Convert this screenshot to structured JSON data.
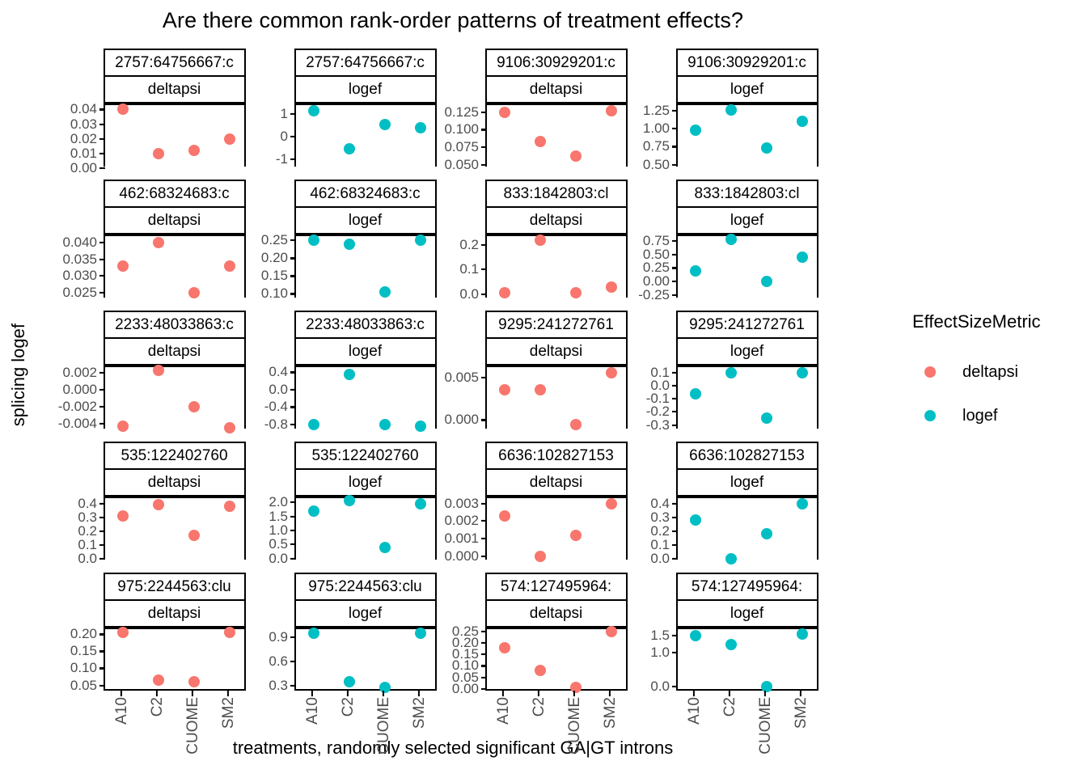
{
  "title": "Are there common rank-order patterns of treatment effects?",
  "axis": {
    "ylabel": "splicing logef",
    "xlabel": "treatments, randomly selected significant GA|GT introns",
    "categories": [
      "A10",
      "C2",
      "CUOME",
      "SM2"
    ]
  },
  "legend": {
    "title": "EffectSizeMetric",
    "items": [
      {
        "label": "deltapsi",
        "color": "#F8766D"
      },
      {
        "label": "logef",
        "color": "#00BFC4"
      }
    ]
  },
  "colors": {
    "deltapsi": "#F8766D",
    "logef": "#00BFC4",
    "panel_border": "#000000",
    "tick_text": "#4D4D4D",
    "background": "#FFFFFF"
  },
  "chart_data": {
    "type": "scatter",
    "title": "Are there common rank-order patterns of treatment effects?",
    "xlabel": "treatments, randomly selected significant GA|GT introns",
    "ylabel": "splicing logef",
    "x": [
      "A10",
      "C2",
      "CUOME",
      "SM2"
    ],
    "grid": false,
    "legend_position": "right",
    "facet_rows": 5,
    "facet_cols": 4,
    "panels": [
      {
        "row": 1,
        "col": 1,
        "intron": "2757:64756667:c",
        "metric": "deltapsi",
        "series": "deltapsi",
        "yticks": [
          "0.04",
          "0.03",
          "0.02",
          "0.01",
          "0.00"
        ],
        "ylim": [
          0.0,
          0.043
        ],
        "values": [
          0.04,
          0.01,
          0.012,
          0.02
        ]
      },
      {
        "row": 1,
        "col": 2,
        "intron": "2757:64756667:c",
        "metric": "logef",
        "series": "logef",
        "yticks": [
          "1",
          "0",
          "-1"
        ],
        "ylim": [
          -1.4,
          1.4
        ],
        "values": [
          1.15,
          -0.55,
          0.55,
          0.4
        ]
      },
      {
        "row": 1,
        "col": 3,
        "intron": "9106:30929201:c",
        "metric": "deltapsi",
        "series": "deltapsi",
        "yticks": [
          "0.125",
          "0.100",
          "0.075",
          "0.050"
        ],
        "ylim": [
          0.045,
          0.135
        ],
        "values": [
          0.125,
          0.083,
          0.062,
          0.127
        ]
      },
      {
        "row": 1,
        "col": 4,
        "intron": "9106:30929201:c",
        "metric": "logef",
        "series": "logef",
        "yticks": [
          "1.25",
          "1.00",
          "0.75",
          "0.50"
        ],
        "ylim": [
          0.45,
          1.33
        ],
        "values": [
          0.98,
          1.26,
          0.73,
          1.1
        ]
      },
      {
        "row": 2,
        "col": 1,
        "intron": "462:68324683:c",
        "metric": "deltapsi",
        "series": "deltapsi",
        "yticks": [
          "0.040",
          "0.035",
          "0.030",
          "0.025"
        ],
        "ylim": [
          0.023,
          0.042
        ],
        "values": [
          0.033,
          0.04,
          0.025,
          0.033
        ]
      },
      {
        "row": 2,
        "col": 2,
        "intron": "462:68324683:c",
        "metric": "logef",
        "series": "logef",
        "yticks": [
          "0.25",
          "0.20",
          "0.15",
          "0.10"
        ],
        "ylim": [
          0.085,
          0.262
        ],
        "values": [
          0.25,
          0.24,
          0.105,
          0.25
        ]
      },
      {
        "row": 2,
        "col": 3,
        "intron": "833:1842803:cl",
        "metric": "deltapsi",
        "series": "deltapsi",
        "yticks": [
          "0.2",
          "0.1",
          "0.0"
        ],
        "ylim": [
          -0.02,
          0.235
        ],
        "values": [
          0.005,
          0.22,
          0.005,
          0.03
        ]
      },
      {
        "row": 2,
        "col": 4,
        "intron": "833:1842803:cl",
        "metric": "logef",
        "series": "logef",
        "yticks": [
          "0.75",
          "0.50",
          "0.25",
          "0.00",
          "-0.25"
        ],
        "ylim": [
          -0.33,
          0.84
        ],
        "values": [
          0.2,
          0.78,
          0.0,
          0.45
        ]
      },
      {
        "row": 3,
        "col": 1,
        "intron": "2233:48033863:c",
        "metric": "deltapsi",
        "series": "deltapsi",
        "yticks": [
          "0.002",
          "0.000",
          "-0.002",
          "-0.004"
        ],
        "ylim": [
          -0.0048,
          0.0027
        ],
        "values": [
          -0.0043,
          0.0023,
          -0.002,
          -0.0045
        ]
      },
      {
        "row": 3,
        "col": 2,
        "intron": "2233:48033863:c",
        "metric": "logef",
        "series": "logef",
        "yticks": [
          "0.4",
          "0.0",
          "-0.4",
          "-0.8"
        ],
        "ylim": [
          -0.93,
          0.52
        ],
        "values": [
          -0.8,
          0.35,
          -0.8,
          -0.83
        ]
      },
      {
        "row": 3,
        "col": 3,
        "intron": "9295:241272761",
        "metric": "deltapsi",
        "series": "deltapsi",
        "yticks": [
          "0.005",
          "0.000"
        ],
        "ylim": [
          -0.0012,
          0.0062
        ],
        "values": [
          0.0035,
          0.0035,
          -0.0005,
          0.0055
        ]
      },
      {
        "row": 3,
        "col": 4,
        "intron": "9295:241272761",
        "metric": "logef",
        "series": "logef",
        "yticks": [
          "0.1",
          "0.0",
          "-0.1",
          "-0.2",
          "-0.3"
        ],
        "ylim": [
          -0.34,
          0.14
        ],
        "values": [
          -0.06,
          0.1,
          -0.25,
          0.1
        ]
      },
      {
        "row": 4,
        "col": 1,
        "intron": "535:122402760",
        "metric": "deltapsi",
        "series": "deltapsi",
        "yticks": [
          "0.4",
          "0.3",
          "0.2",
          "0.1",
          "0.0"
        ],
        "ylim": [
          -0.02,
          0.44
        ],
        "values": [
          0.31,
          0.39,
          0.17,
          0.38
        ]
      },
      {
        "row": 4,
        "col": 2,
        "intron": "535:122402760",
        "metric": "logef",
        "series": "logef",
        "yticks": [
          "2.0",
          "1.5",
          "1.0",
          "0.5",
          "0.0"
        ],
        "ylim": [
          -0.1,
          2.15
        ],
        "values": [
          1.7,
          2.05,
          0.4,
          1.95
        ]
      },
      {
        "row": 4,
        "col": 3,
        "intron": "6636:102827153",
        "metric": "deltapsi",
        "series": "deltapsi",
        "yticks": [
          "0.003",
          "0.002",
          "0.001",
          "0.000"
        ],
        "ylim": [
          -0.0003,
          0.0033
        ],
        "values": [
          0.0023,
          0.0,
          0.0012,
          0.003
        ]
      },
      {
        "row": 4,
        "col": 4,
        "intron": "6636:102827153",
        "metric": "logef",
        "series": "logef",
        "yticks": [
          "0.4",
          "0.3",
          "0.2",
          "0.1",
          "0.0"
        ],
        "ylim": [
          -0.02,
          0.44
        ],
        "values": [
          0.28,
          0.0,
          0.18,
          0.4
        ]
      },
      {
        "row": 5,
        "col": 1,
        "intron": "975:2244563:clu",
        "metric": "deltapsi",
        "series": "deltapsi",
        "yticks": [
          "0.20",
          "0.15",
          "0.10",
          "0.05"
        ],
        "ylim": [
          0.03,
          0.215
        ],
        "values": [
          0.205,
          0.065,
          0.06,
          0.205
        ]
      },
      {
        "row": 5,
        "col": 2,
        "intron": "975:2244563:clu",
        "metric": "logef",
        "series": "logef",
        "yticks": [
          "0.9",
          "0.6",
          "0.3"
        ],
        "ylim": [
          0.22,
          1.0
        ],
        "values": [
          0.95,
          0.35,
          0.28,
          0.95
        ]
      },
      {
        "row": 5,
        "col": 3,
        "intron": "574:127495964:",
        "metric": "deltapsi",
        "series": "deltapsi",
        "yticks": [
          "0.25",
          "0.20",
          "0.15",
          "0.10",
          "0.05",
          "0.00"
        ],
        "ylim": [
          -0.015,
          0.26
        ],
        "values": [
          0.18,
          0.08,
          0.005,
          0.25
        ]
      },
      {
        "row": 5,
        "col": 4,
        "intron": "574:127495964:",
        "metric": "logef",
        "series": "logef",
        "yticks": [
          "1.5",
          "1.0",
          "0.0"
        ],
        "ylim": [
          -0.18,
          1.7
        ],
        "values": [
          1.5,
          1.25,
          0.0,
          1.55
        ]
      }
    ]
  }
}
